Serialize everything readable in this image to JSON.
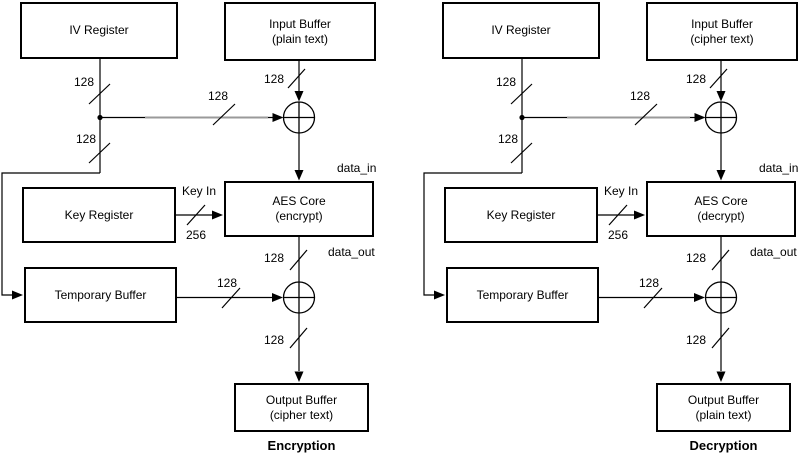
{
  "shared": {
    "bus_128": "128",
    "bus_256": "256",
    "key_in": "Key In",
    "data_in": "data_in",
    "data_out": "data_out"
  },
  "encryption": {
    "caption": "Encryption",
    "iv_register": "IV Register",
    "input_buffer": [
      "Input Buffer",
      "(plain text)"
    ],
    "key_register": "Key Register",
    "aes_core": [
      "AES Core",
      "(encrypt)"
    ],
    "temporary_buffer": "Temporary Buffer",
    "output_buffer": [
      "Output Buffer",
      "(cipher text)"
    ]
  },
  "decryption": {
    "caption": "Decryption",
    "iv_register": "IV Register",
    "input_buffer": [
      "Input Buffer",
      "(cipher text)"
    ],
    "key_register": "Key Register",
    "aes_core": [
      "AES Core",
      "(decrypt)"
    ],
    "temporary_buffer": "Temporary Buffer",
    "output_buffer": [
      "Output Buffer",
      "(plain text)"
    ]
  }
}
